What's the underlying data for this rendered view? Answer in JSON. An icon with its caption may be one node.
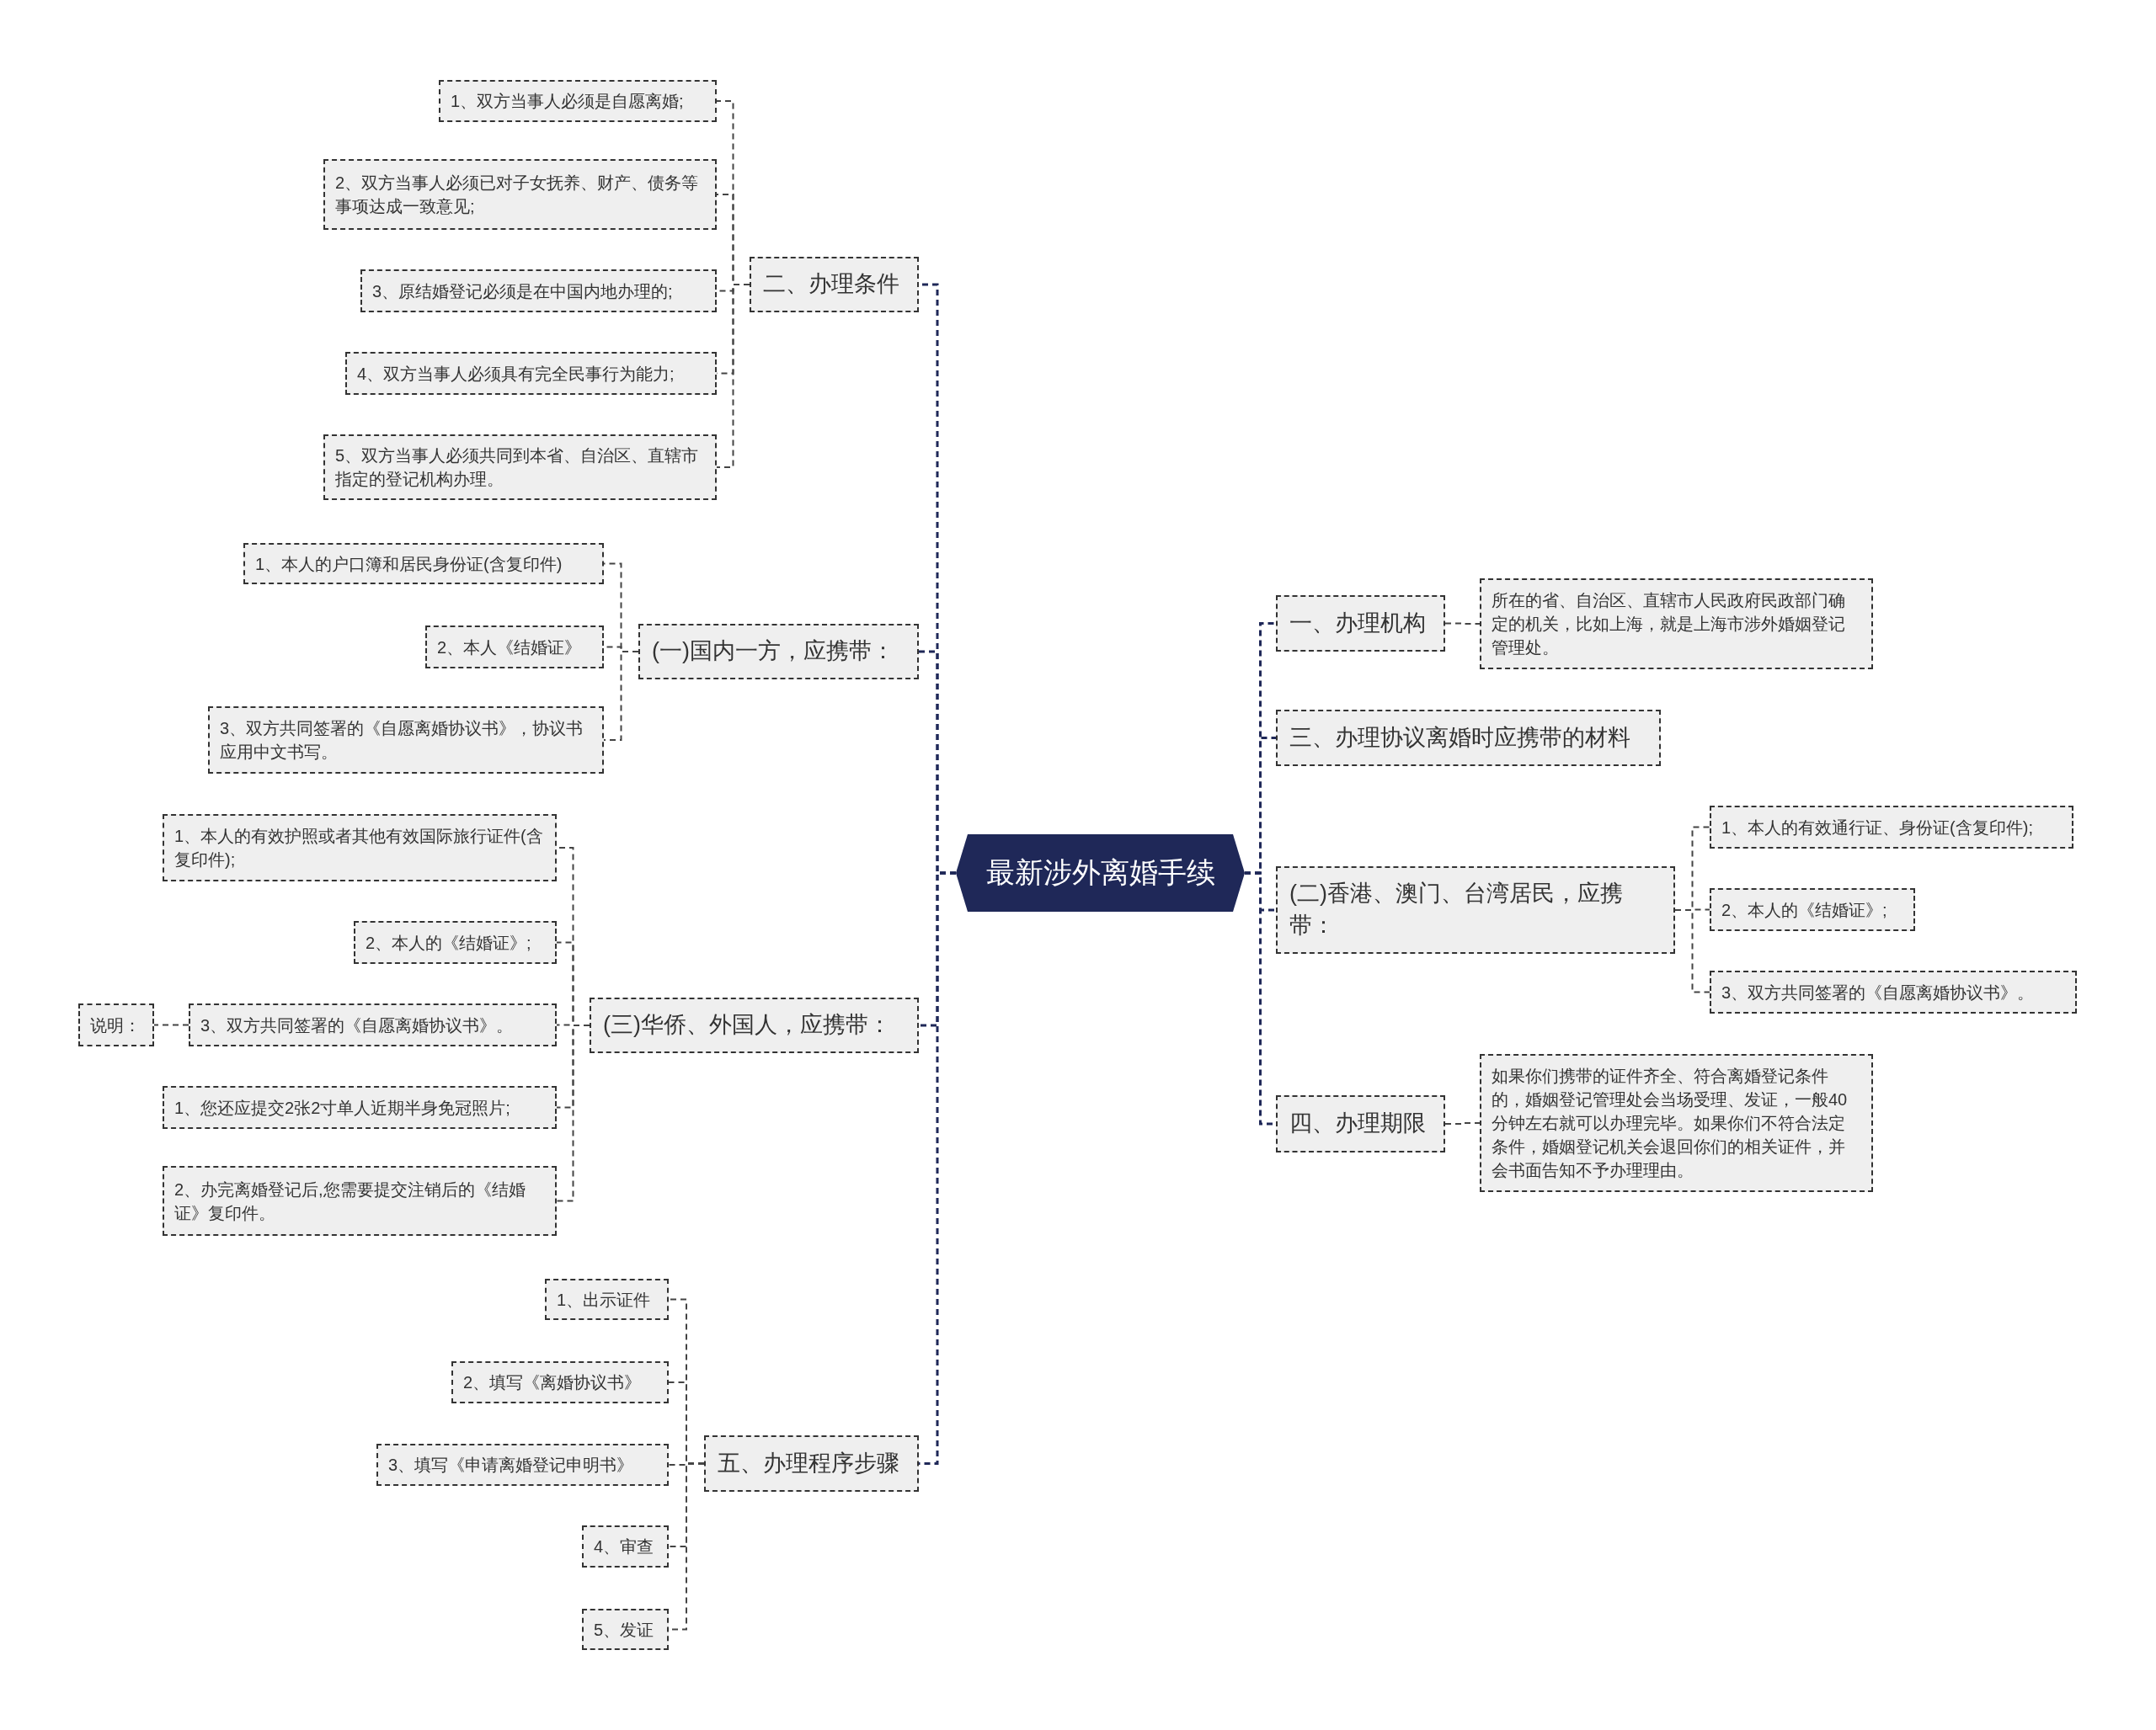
{
  "diagram": {
    "nodes": [
      {
        "text": [
          "最新涉外离婚手续"
        ]
      },
      {
        "text": [
          "二、办理条件"
        ]
      },
      {
        "text": [
          "1、双方当事人必须是自愿离婚;"
        ]
      },
      {
        "text": [
          "2、双方当事人必须已对子女抚养、财产、债务等事项达成一致意见;"
        ]
      },
      {
        "text": [
          "3、原结婚登记必须是在中国内地办理的;"
        ]
      },
      {
        "text": [
          "4、双方当事人必须具有完全民事行为能力;"
        ]
      },
      {
        "text": [
          "5、双方当事人必须共同到本省、自治区、直辖市指定的登记机构办理。"
        ]
      },
      {
        "text": [
          "(一)国内一方，应携带："
        ]
      },
      {
        "text": [
          "1、本人的户口簿和居民身份证(含复印件)"
        ]
      },
      {
        "text": [
          "2、本人《结婚证》"
        ]
      },
      {
        "text": [
          "3、双方共同签署的《自愿离婚协议书》，协议书应用中文书写。"
        ]
      },
      {
        "text": [
          "(三)华侨、外国人，应携带："
        ]
      },
      {
        "text": [
          "1、本人的有效护照或者其他有效国际旅行证件(含复印件);"
        ]
      },
      {
        "text": [
          "2、本人的《结婚证》;"
        ]
      },
      {
        "text": [
          "3、双方共同签署的《自愿离婚协议书》。"
        ]
      },
      {
        "text": [
          "说明："
        ]
      },
      {
        "text": [
          "1、您还应提交2张2寸单人近期半身免冠照片;"
        ]
      },
      {
        "text": [
          "2、办完离婚登记后,您需要提交注销后的《结婚证》复印件。"
        ]
      },
      {
        "text": [
          "五、办理程序步骤"
        ]
      },
      {
        "text": [
          "1、出示证件"
        ]
      },
      {
        "text": [
          "2、填写《离婚协议书》"
        ]
      },
      {
        "text": [
          "3、填写《申请离婚登记申明书》"
        ]
      },
      {
        "text": [
          "4、审查"
        ]
      },
      {
        "text": [
          "5、发证"
        ]
      },
      {
        "text": [
          "一、办理机构"
        ]
      },
      {
        "text": [
          "所在的省、自治区、直辖市人民政府民政部门确定的机关，比如上海，就是上海市涉外婚姻登记管理处。"
        ]
      },
      {
        "text": [
          "三、办理协议离婚时应携带的材料"
        ]
      },
      {
        "text": [
          "(二)香港、澳门、台湾居民，应携带："
        ]
      },
      {
        "text": [
          "1、本人的有效通行证、身份证(含复印件);"
        ]
      },
      {
        "text": [
          "2、本人的《结婚证》;"
        ]
      },
      {
        "text": [
          "3、双方共同签署的《自愿离婚协议书》。"
        ]
      },
      {
        "text": [
          "四、办理期限"
        ]
      },
      {
        "text": [
          "如果你们携带的证件齐全、符合离婚登记条件的，婚姻登记管理处会当场受理、发证，一般40分钟左右就可以办理完毕。如果你们不符合法定条件，婚姻登记机关会退回你们的相关证件，并会书面告知不予办理理由。"
        ]
      }
    ],
    "edges": [
      {
        "from": 0,
        "to": 1,
        "arrow": "none",
        "color": "#1f2858"
      },
      {
        "from": 0,
        "to": 7,
        "arrow": "none",
        "color": "#1f2858"
      },
      {
        "from": 0,
        "to": 11,
        "arrow": "none",
        "color": "#1f2858"
      },
      {
        "from": 0,
        "to": 18,
        "arrow": "none",
        "color": "#1f2858"
      },
      {
        "from": 0,
        "to": 24,
        "arrow": "none",
        "color": "#1f2858"
      },
      {
        "from": 0,
        "to": 26,
        "arrow": "none",
        "color": "#1f2858"
      },
      {
        "from": 0,
        "to": 27,
        "arrow": "none",
        "color": "#1f2858"
      },
      {
        "from": 0,
        "to": 31,
        "arrow": "none",
        "color": "#1f2858"
      },
      {
        "from": 1,
        "to": 2,
        "arrow": "none"
      },
      {
        "from": 1,
        "to": 3,
        "arrow": "none"
      },
      {
        "from": 1,
        "to": 4,
        "arrow": "none"
      },
      {
        "from": 1,
        "to": 5,
        "arrow": "none"
      },
      {
        "from": 1,
        "to": 6,
        "arrow": "none"
      },
      {
        "from": 7,
        "to": 8,
        "arrow": "none"
      },
      {
        "from": 7,
        "to": 9,
        "arrow": "none"
      },
      {
        "from": 7,
        "to": 10,
        "arrow": "none"
      },
      {
        "from": 11,
        "to": 12,
        "arrow": "none"
      },
      {
        "from": 11,
        "to": 13,
        "arrow": "none"
      },
      {
        "from": 11,
        "to": 14,
        "arrow": "none"
      },
      {
        "from": 14,
        "to": 15,
        "arrow": "none"
      },
      {
        "from": 11,
        "to": 16,
        "arrow": "none"
      },
      {
        "from": 11,
        "to": 17,
        "arrow": "none"
      },
      {
        "from": 18,
        "to": 19,
        "arrow": "none"
      },
      {
        "from": 18,
        "to": 20,
        "arrow": "none"
      },
      {
        "from": 18,
        "to": 21,
        "arrow": "none"
      },
      {
        "from": 18,
        "to": 22,
        "arrow": "none"
      },
      {
        "from": 18,
        "to": 23,
        "arrow": "none"
      },
      {
        "from": 24,
        "to": 25,
        "arrow": "none"
      },
      {
        "from": 27,
        "to": 28,
        "arrow": "none"
      },
      {
        "from": 27,
        "to": 29,
        "arrow": "none"
      },
      {
        "from": 27,
        "to": 30,
        "arrow": "none"
      },
      {
        "from": 31,
        "to": 32,
        "arrow": "none"
      }
    ]
  }
}
